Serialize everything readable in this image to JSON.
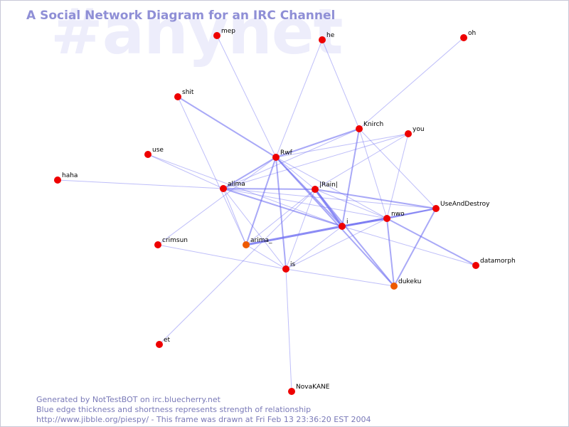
{
  "watermark": "#anynet",
  "title": "A Social Network Diagram for an IRC Channel",
  "footer": {
    "line1": "Generated by NotTestBOT on irc.bluecherry.net",
    "line2": "Blue edge thickness and shortness represents strength of relationship",
    "line3": "http://www.jibble.org/piespy/ - This frame was drawn at Fri Feb 13 23:36:20 EST 2004"
  },
  "colors": {
    "edge": "#6f6ff2",
    "node_red": "#ee0000",
    "node_orange": "#ee5a00",
    "title": "#8f8fd6",
    "watermark": "#ededfb"
  },
  "nodes": [
    {
      "id": "mep",
      "label": "mep",
      "color": "red"
    },
    {
      "id": "he",
      "label": "he",
      "color": "red"
    },
    {
      "id": "oh",
      "label": "oh",
      "color": "red"
    },
    {
      "id": "shit",
      "label": "shit",
      "color": "red"
    },
    {
      "id": "Knirch",
      "label": "Knirch",
      "color": "red"
    },
    {
      "id": "you",
      "label": "you",
      "color": "red"
    },
    {
      "id": "use",
      "label": "use",
      "color": "red"
    },
    {
      "id": "Rwf",
      "label": "Rwf",
      "color": "red"
    },
    {
      "id": "haha",
      "label": "haha",
      "color": "red"
    },
    {
      "id": "alima",
      "label": "alima",
      "color": "red"
    },
    {
      "id": "Rain",
      "label": "|Rain|",
      "color": "red"
    },
    {
      "id": "UseAndDestroy",
      "label": "UseAndDestroy",
      "color": "red"
    },
    {
      "id": "nwo",
      "label": "nwo",
      "color": "red"
    },
    {
      "id": "i",
      "label": "i",
      "color": "red"
    },
    {
      "id": "crimsun",
      "label": "crimsun",
      "color": "red"
    },
    {
      "id": "arima",
      "label": "arima_",
      "color": "orange"
    },
    {
      "id": "datamorph",
      "label": "datamorph",
      "color": "red"
    },
    {
      "id": "is",
      "label": "is",
      "color": "red"
    },
    {
      "id": "dukeku",
      "label": "dukeku",
      "color": "orange"
    },
    {
      "id": "et",
      "label": "et",
      "color": "red"
    },
    {
      "id": "NovaKANE",
      "label": "NovaKANE",
      "color": "red"
    }
  ],
  "edges": [
    {
      "from": "mep",
      "to": "Rwf",
      "weight": 1
    },
    {
      "from": "he",
      "to": "Rwf",
      "weight": 1
    },
    {
      "from": "he",
      "to": "Knirch",
      "weight": 1
    },
    {
      "from": "oh",
      "to": "Knirch",
      "weight": 1
    },
    {
      "from": "shit",
      "to": "Rwf",
      "weight": 2
    },
    {
      "from": "shit",
      "to": "arima",
      "weight": 1
    },
    {
      "from": "use",
      "to": "alima",
      "weight": 1
    },
    {
      "from": "use",
      "to": "i",
      "weight": 1
    },
    {
      "from": "haha",
      "to": "alima",
      "weight": 1
    },
    {
      "from": "crimsun",
      "to": "is",
      "weight": 1
    },
    {
      "from": "et",
      "to": "Rain",
      "weight": 1
    },
    {
      "from": "NovaKANE",
      "to": "is",
      "weight": 1
    },
    {
      "from": "Knirch",
      "to": "Rwf",
      "weight": 2
    },
    {
      "from": "Knirch",
      "to": "alima",
      "weight": 1
    },
    {
      "from": "Knirch",
      "to": "i",
      "weight": 2
    },
    {
      "from": "Knirch",
      "to": "nwo",
      "weight": 1
    },
    {
      "from": "Knirch",
      "to": "UseAndDestroy",
      "weight": 1
    },
    {
      "from": "you",
      "to": "Rwf",
      "weight": 1
    },
    {
      "from": "you",
      "to": "Rain",
      "weight": 1
    },
    {
      "from": "you",
      "to": "nwo",
      "weight": 1
    },
    {
      "from": "you",
      "to": "alima",
      "weight": 1
    },
    {
      "from": "Rwf",
      "to": "alima",
      "weight": 2
    },
    {
      "from": "Rwf",
      "to": "arima",
      "weight": 2
    },
    {
      "from": "Rwf",
      "to": "is",
      "weight": 2
    },
    {
      "from": "Rwf",
      "to": "i",
      "weight": 2
    },
    {
      "from": "Rwf",
      "to": "dukeku",
      "weight": 2
    },
    {
      "from": "Rwf",
      "to": "Rain",
      "weight": 1
    },
    {
      "from": "Rwf",
      "to": "crimsun",
      "weight": 1
    },
    {
      "from": "Rwf",
      "to": "nwo",
      "weight": 1
    },
    {
      "from": "alima",
      "to": "Rain",
      "weight": 2
    },
    {
      "from": "alima",
      "to": "i",
      "weight": 2
    },
    {
      "from": "alima",
      "to": "arima",
      "weight": 1
    },
    {
      "from": "alima",
      "to": "is",
      "weight": 1
    },
    {
      "from": "alima",
      "to": "nwo",
      "weight": 1
    },
    {
      "from": "alima",
      "to": "UseAndDestroy",
      "weight": 1
    },
    {
      "from": "Rain",
      "to": "i",
      "weight": 3
    },
    {
      "from": "Rain",
      "to": "nwo",
      "weight": 1
    },
    {
      "from": "Rain",
      "to": "UseAndDestroy",
      "weight": 2
    },
    {
      "from": "Rain",
      "to": "arima",
      "weight": 1
    },
    {
      "from": "Rain",
      "to": "is",
      "weight": 1
    },
    {
      "from": "Rain",
      "to": "dukeku",
      "weight": 2
    },
    {
      "from": "i",
      "to": "nwo",
      "weight": 3
    },
    {
      "from": "i",
      "to": "arima",
      "weight": 3
    },
    {
      "from": "i",
      "to": "is",
      "weight": 1
    },
    {
      "from": "i",
      "to": "datamorph",
      "weight": 1
    },
    {
      "from": "i",
      "to": "UseAndDestroy",
      "weight": 2
    },
    {
      "from": "nwo",
      "to": "UseAndDestroy",
      "weight": 2
    },
    {
      "from": "nwo",
      "to": "datamorph",
      "weight": 2
    },
    {
      "from": "nwo",
      "to": "dukeku",
      "weight": 2
    },
    {
      "from": "nwo",
      "to": "is",
      "weight": 1
    },
    {
      "from": "UseAndDestroy",
      "to": "dukeku",
      "weight": 2
    },
    {
      "from": "arima",
      "to": "is",
      "weight": 1
    },
    {
      "from": "is",
      "to": "dukeku",
      "weight": 1
    }
  ]
}
